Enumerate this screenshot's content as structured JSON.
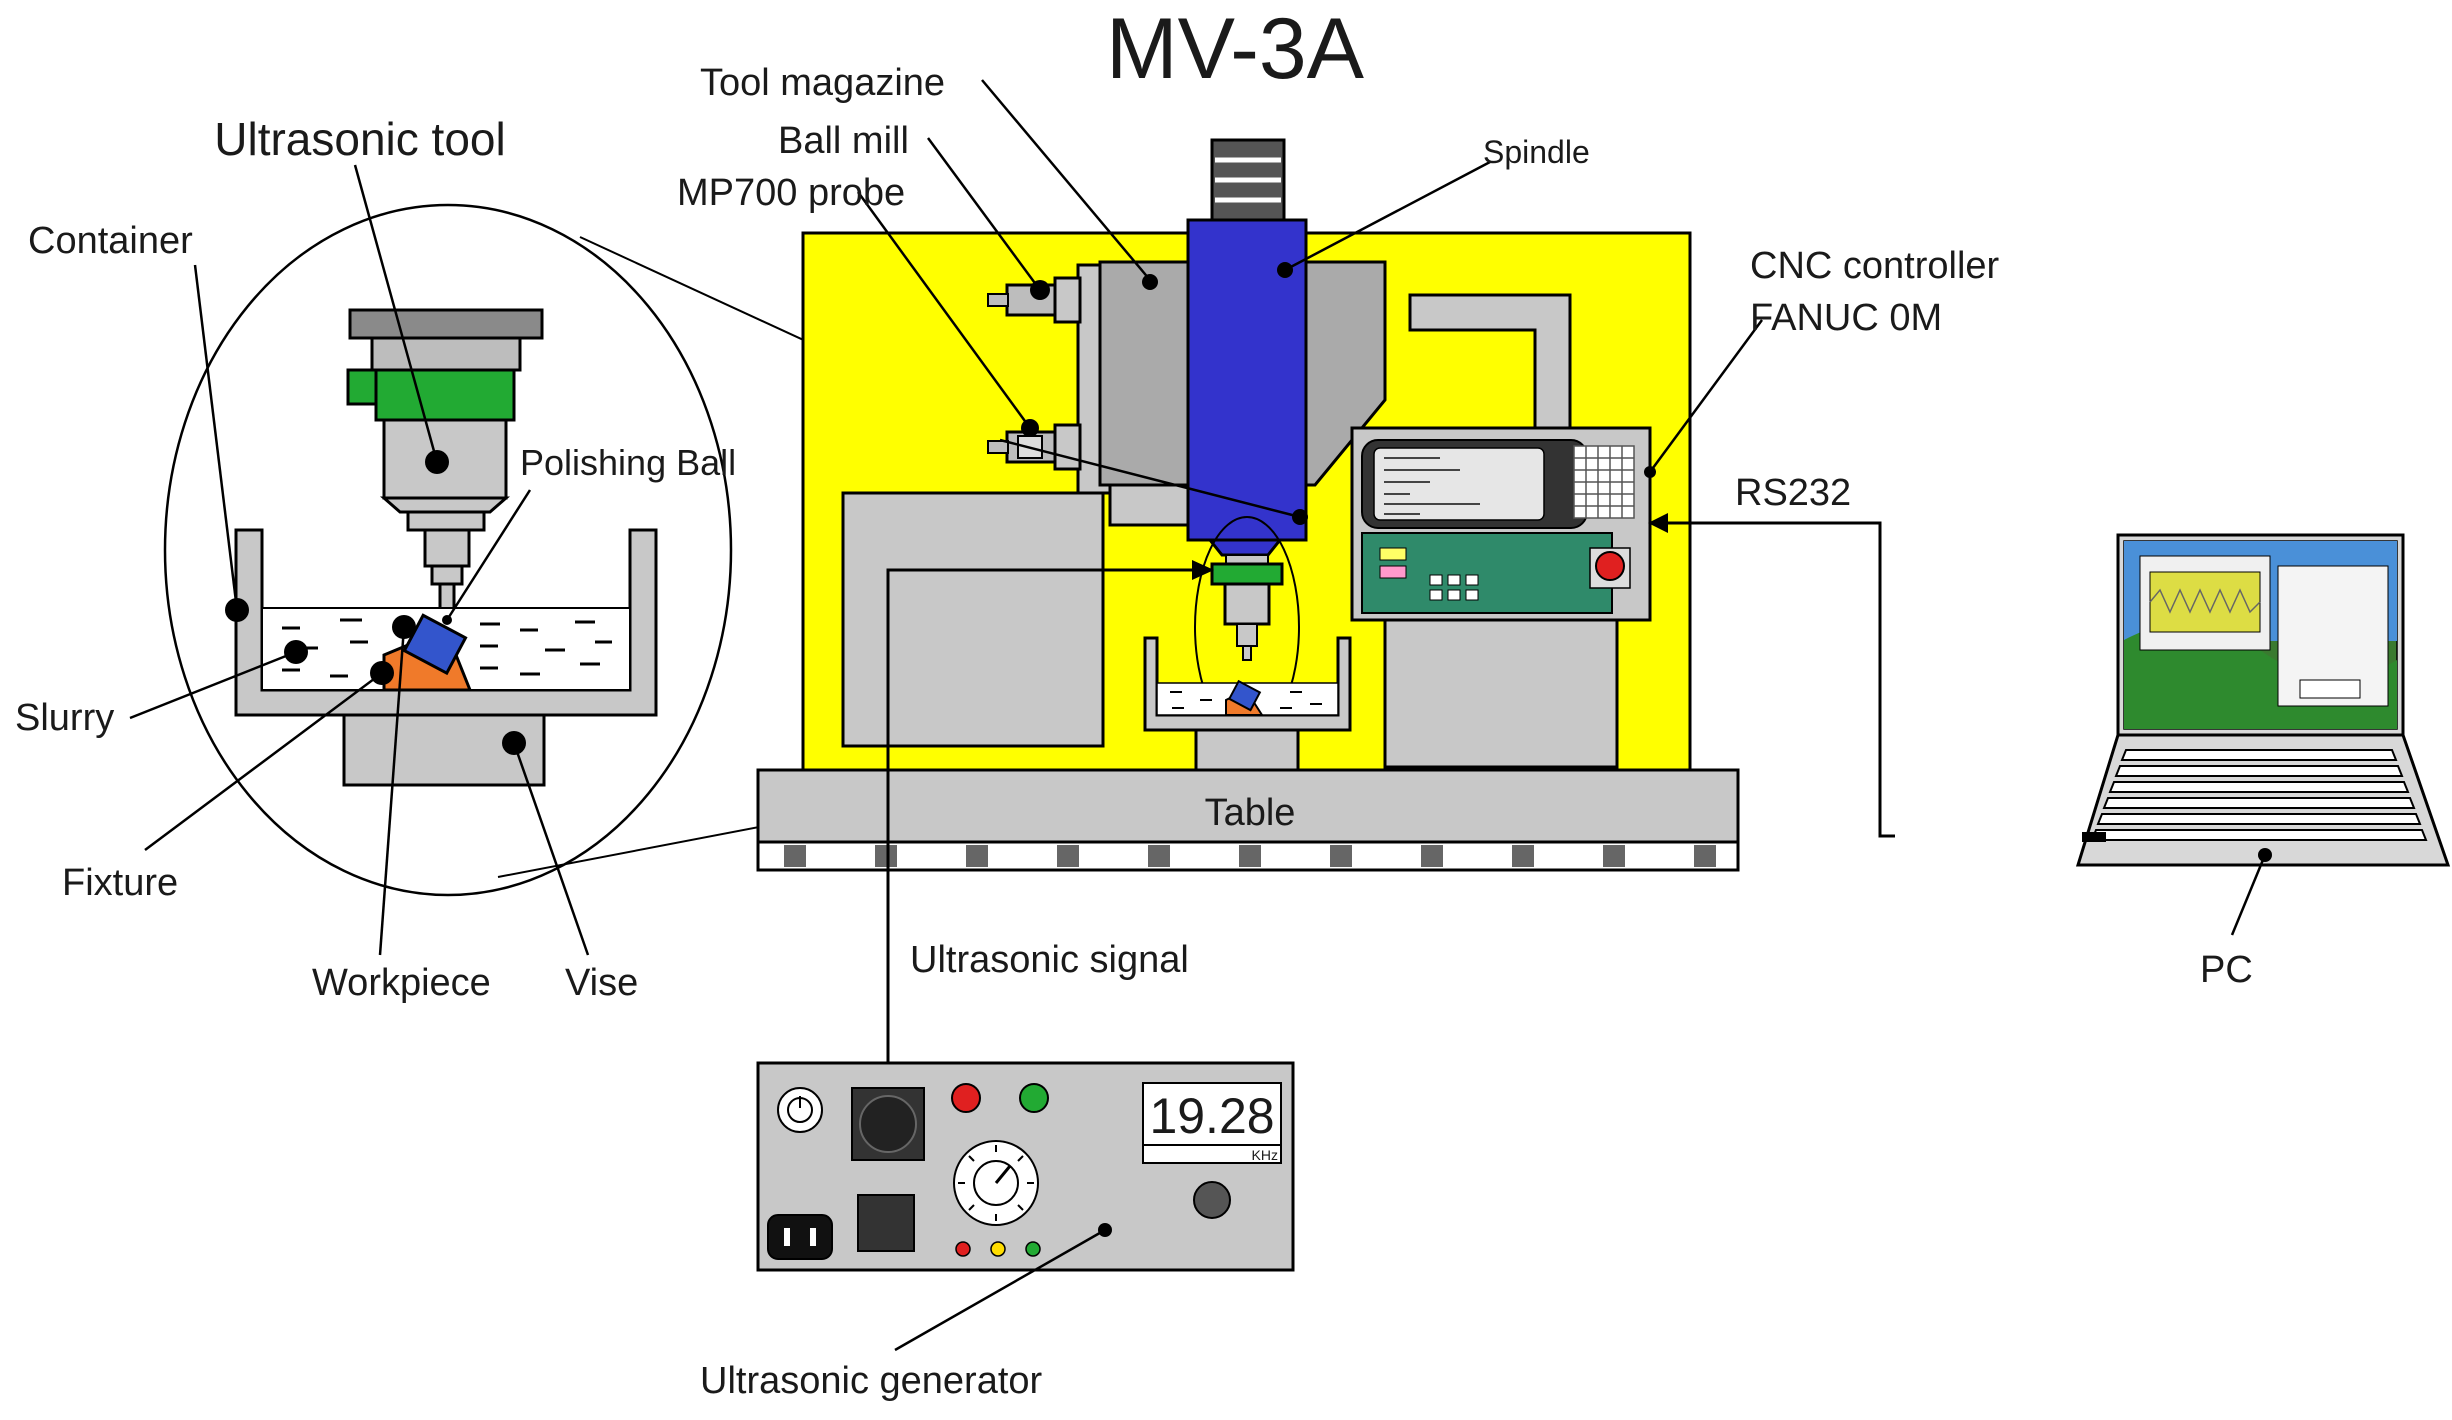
{
  "title": "MV-3A",
  "labels": {
    "ultrasonic_tool": "Ultrasonic tool",
    "container": "Container",
    "polishing_ball": "Polishing Ball",
    "slurry": "Slurry",
    "fixture": "Fixture",
    "workpiece": "Workpiece",
    "vise": "Vise",
    "tool_magazine": "Tool magazine",
    "ball_mill": "Ball mill",
    "mp700_probe": "MP700 probe",
    "spindle": "Spindle",
    "cnc_controller_line1": "CNC controller",
    "cnc_controller_line2": "FANUC 0M",
    "rs232": "RS232",
    "table": "Table",
    "ultrasonic_signal": "Ultrasonic signal",
    "pc": "PC",
    "ultrasonic_generator": "Ultrasonic generator"
  },
  "generator": {
    "frequency": "19.28",
    "unit": "KHz"
  },
  "colors": {
    "machine_frame": "#ffff00",
    "spindle": "#3333cc",
    "tool_collar": "#22aa33",
    "workpiece": "#f07a2a",
    "slurry_block": "#3355cc",
    "panel_gray": "#c8c8c8",
    "controller_green": "#2f8a6a",
    "stop_button": "#e02020"
  }
}
